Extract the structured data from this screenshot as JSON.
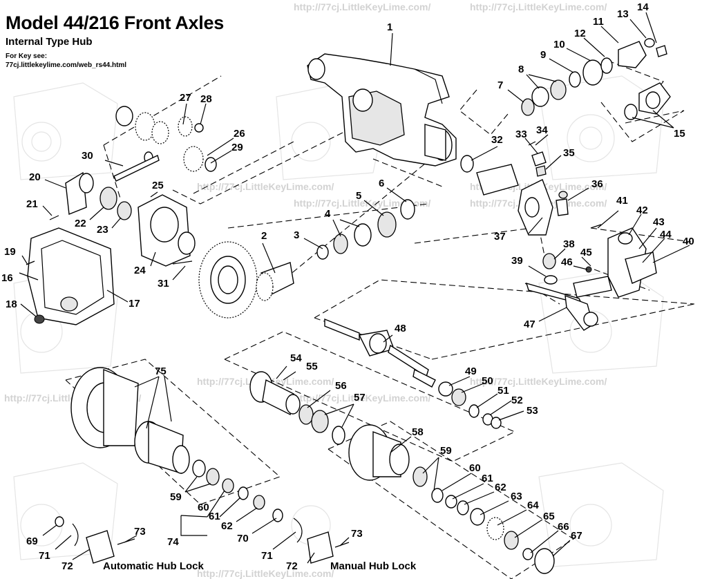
{
  "header": {
    "title": "Model 44/216 Front Axles",
    "subtitle": "Internal Type Hub",
    "key_label": "For Key see:",
    "key_url": "77cj.littlekeylime.com/web_rs44.html"
  },
  "watermark": {
    "top": "http://77cj.LittleKeyLime.com/",
    "mid": "http://77cj.LittleKeyLime.com/"
  },
  "captions": {
    "automatic": "Automatic Hub Lock",
    "manual": "Manual Hub Lock"
  },
  "callouts": [
    "1",
    "2",
    "3",
    "4",
    "5",
    "6",
    "7",
    "8",
    "9",
    "10",
    "11",
    "12",
    "13",
    "14",
    "15",
    "16",
    "17",
    "18",
    "19",
    "20",
    "21",
    "22",
    "23",
    "24",
    "25",
    "26",
    "27",
    "28",
    "29",
    "30",
    "31",
    "32",
    "33",
    "34",
    "35",
    "36",
    "37",
    "38",
    "39",
    "40",
    "41",
    "42",
    "43",
    "44",
    "45",
    "46",
    "47",
    "48",
    "49",
    "50",
    "51",
    "52",
    "53",
    "54",
    "55",
    "56",
    "57",
    "58",
    "59",
    "59",
    "60",
    "60",
    "61",
    "61",
    "62",
    "62",
    "63",
    "64",
    "65",
    "66",
    "67",
    "69",
    "70",
    "71",
    "71",
    "72",
    "72",
    "73",
    "73",
    "74",
    "75"
  ],
  "colors": {
    "ink": "#000000",
    "watermark": "#d2d2d2",
    "background": "#ffffff"
  }
}
